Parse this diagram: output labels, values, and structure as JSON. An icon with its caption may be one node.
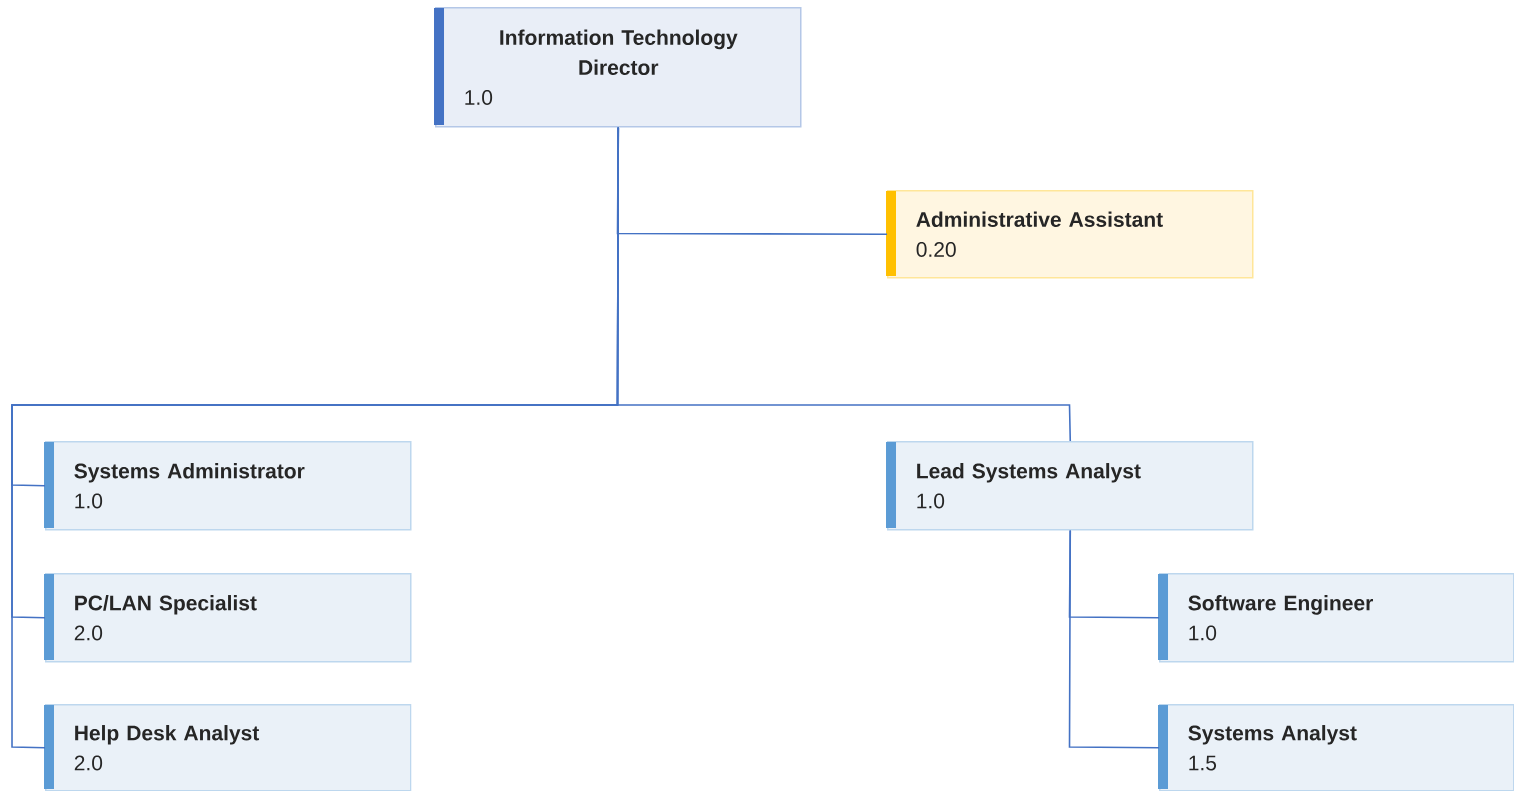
{
  "diagram": {
    "nodes": [
      {
        "text": [
          "Information Technology Director",
          "1.0"
        ]
      },
      {
        "text": [
          "Administrative Assistant",
          "0.20"
        ]
      },
      {
        "text": [
          "Systems Administrator",
          "1.0"
        ]
      },
      {
        "text": [
          "PC/LAN Specialist",
          "2.0"
        ]
      },
      {
        "text": [
          "Help Desk Analyst",
          "2.0"
        ]
      },
      {
        "text": [
          "Lead Systems Analyst",
          "1.0"
        ]
      },
      {
        "text": [
          "Software Engineer",
          "1.0"
        ]
      },
      {
        "text": [
          "Systems Analyst",
          "1.5"
        ]
      }
    ],
    "edges": [
      {
        "from": 0,
        "to": 1,
        "arrow": "none"
      },
      {
        "from": 0,
        "to": 2,
        "arrow": "none"
      },
      {
        "from": 0,
        "to": 3,
        "arrow": "none"
      },
      {
        "from": 0,
        "to": 4,
        "arrow": "none"
      },
      {
        "from": 0,
        "to": 5,
        "arrow": "none"
      },
      {
        "from": 5,
        "to": 6,
        "arrow": "none"
      },
      {
        "from": 5,
        "to": 7,
        "arrow": "none"
      }
    ]
  }
}
